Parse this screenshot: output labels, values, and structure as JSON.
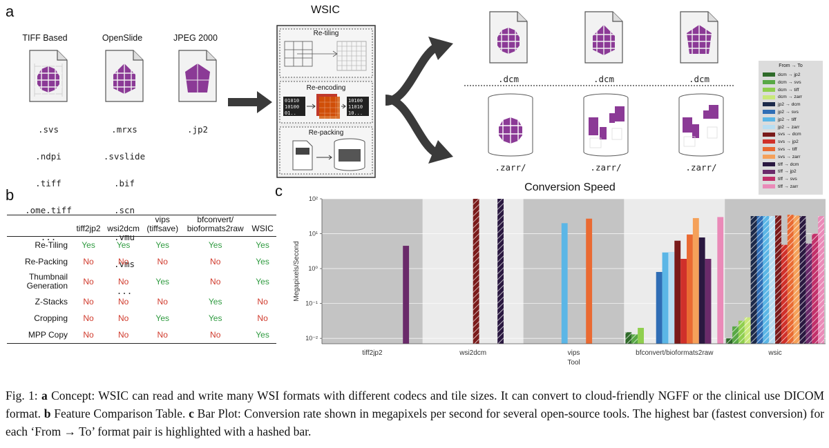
{
  "panel_letters": {
    "a": "a",
    "b": "b",
    "c": "c"
  },
  "panel_a": {
    "sources": [
      {
        "title": "TIFF Based",
        "extensions": [
          ".svs",
          ".ndpi",
          ".tiff",
          ".ome.tiff",
          "..."
        ]
      },
      {
        "title": "OpenSlide",
        "extensions": [
          ".mrxs",
          ".svslide",
          ".bif",
          ".scn",
          ".vmu",
          ".vms",
          "..."
        ]
      },
      {
        "title": "JPEG 2000",
        "extensions": [
          ".jp2"
        ]
      }
    ],
    "wsic_title": "WSIC",
    "stages": [
      "Re-tiling",
      "Re-encoding",
      "Re-packing"
    ],
    "encoding_left": [
      "01010",
      "10100",
      "01.."
    ],
    "encoding_right": [
      "10100",
      "11010",
      "10..."
    ],
    "outputs_dcm": [
      ".dcm",
      ".dcm",
      ".dcm"
    ],
    "outputs_zarr": [
      ".zarr/",
      ".zarr/",
      ".zarr/"
    ],
    "colors": {
      "tissue": "#8b3a96",
      "arrow": "#3a3a3a"
    }
  },
  "legend": {
    "title": "From → To",
    "entries": [
      {
        "label": "dcm → jp2",
        "color": "#2f6b2a"
      },
      {
        "label": "dcm → svs",
        "color": "#58a845"
      },
      {
        "label": "dcm → tiff",
        "color": "#8fcf4e"
      },
      {
        "label": "dcm → zarr",
        "color": "#c9e87a"
      },
      {
        "label": "jp2 → dcm",
        "color": "#1d2a4a"
      },
      {
        "label": "jp2 → svs",
        "color": "#2f6db5"
      },
      {
        "label": "jp2 → tiff",
        "color": "#5bb6e6"
      },
      {
        "label": "jp2 → zarr",
        "color": "#b9def2"
      },
      {
        "label": "svs → dcm",
        "color": "#7a1a1a"
      },
      {
        "label": "svs → jp2",
        "color": "#d0302a"
      },
      {
        "label": "svs → tiff",
        "color": "#ea6a32"
      },
      {
        "label": "svs → zarr",
        "color": "#f5a15a"
      },
      {
        "label": "tiff → dcm",
        "color": "#2a1840"
      },
      {
        "label": "tiff → jp2",
        "color": "#6a2a6a"
      },
      {
        "label": "tiff → svs",
        "color": "#c2306a"
      },
      {
        "label": "tiff → zarr",
        "color": "#ea8ab8"
      }
    ]
  },
  "table": {
    "columns": [
      "tiff2jp2",
      "wsi2dcm",
      "vips\n(tiffsave)",
      "bfconvert/\nbioformats2raw",
      "WSIC"
    ],
    "rows": [
      {
        "label": "Re-Tiling",
        "values": [
          "Yes",
          "Yes",
          "Yes",
          "Yes",
          "Yes"
        ]
      },
      {
        "label": "Re-Packing",
        "values": [
          "No",
          "No",
          "No",
          "No",
          "Yes"
        ]
      },
      {
        "label": "Thumbnail\nGeneration",
        "values": [
          "No",
          "No",
          "Yes",
          "No",
          "Yes"
        ]
      },
      {
        "label": "Z-Stacks",
        "values": [
          "No",
          "No",
          "No",
          "Yes",
          "No"
        ]
      },
      {
        "label": "Cropping",
        "values": [
          "No",
          "No",
          "Yes",
          "Yes",
          "No"
        ]
      },
      {
        "label": "MPP Copy",
        "values": [
          "No",
          "No",
          "No",
          "No",
          "Yes"
        ]
      }
    ],
    "colors": {
      "yes": "#2e9a3f",
      "no": "#d0392b"
    }
  },
  "chart_data": {
    "type": "bar",
    "title": "Conversion Speed",
    "xlabel": "Tool",
    "ylabel": "Megapixels/Second",
    "yscale": "log",
    "ylim": [
      0.007,
      100
    ],
    "ytick_labels": [
      "10⁻²",
      "10⁻¹",
      "10⁰",
      "10¹",
      "10²"
    ],
    "categories": [
      "tiff2jp2",
      "wsi2dcm",
      "vips",
      "bfconvert/bioformats2raw",
      "wsic"
    ],
    "series_order": [
      "dcm → jp2",
      "dcm → svs",
      "dcm → tiff",
      "dcm → zarr",
      "jp2 → dcm",
      "jp2 → svs",
      "jp2 → tiff",
      "jp2 → zarr",
      "svs → dcm",
      "svs → jp2",
      "svs → tiff",
      "svs → zarr",
      "tiff → dcm",
      "tiff → jp2",
      "tiff → svs",
      "tiff → zarr"
    ],
    "values": {
      "tiff2jp2": {
        "tiff → jp2": 4.5
      },
      "wsi2dcm": {
        "svs → dcm": 100,
        "tiff → dcm": 100
      },
      "vips": {
        "jp2 → tiff": 20,
        "svs → tiff": 27
      },
      "bfconvert/bioformats2raw": {
        "dcm → jp2": 0.015,
        "dcm → svs": 0.013,
        "dcm → tiff": 0.02,
        "jp2 → svs": 0.8,
        "jp2 → tiff": 2.9,
        "jp2 → zarr": 3.0,
        "svs → dcm": 6.3,
        "svs → jp2": 1.9,
        "svs → tiff": 9.5,
        "svs → zarr": 28,
        "tiff → dcm": 7.8,
        "tiff → jp2": 1.9,
        "tiff → zarr": 30
      },
      "wsic": {
        "dcm → jp2": 0.01,
        "dcm → svs": 0.022,
        "dcm → tiff": 0.032,
        "dcm → zarr": 0.04,
        "jp2 → dcm": 32,
        "jp2 → svs": 32,
        "jp2 → tiff": 32,
        "jp2 → zarr": 32,
        "svs → dcm": 33,
        "svs → jp2": 4.8,
        "svs → tiff": 35,
        "svs → zarr": 33,
        "tiff → dcm": 32,
        "tiff → jp2": 5.2,
        "tiff → svs": 10,
        "tiff → zarr": 32
      }
    },
    "hashed": {
      "wsi2dcm": [
        "svs → dcm",
        "tiff → dcm"
      ],
      "bfconvert/bioformats2raw": [
        "dcm → jp2",
        "dcm → svs"
      ],
      "wsic": [
        "dcm → jp2",
        "dcm → svs",
        "dcm → tiff",
        "dcm → zarr",
        "jp2 → dcm",
        "jp2 → svs",
        "jp2 → tiff",
        "jp2 → zarr",
        "svs → dcm",
        "svs → jp2",
        "svs → tiff",
        "svs → zarr",
        "tiff → dcm",
        "tiff → jp2",
        "tiff → svs",
        "tiff → zarr"
      ]
    },
    "grid": true,
    "legend_position": "right"
  },
  "caption": {
    "fig": "Fig. 1:",
    "a_letter": "a",
    "a_text": "Concept: WSIC can read and write many WSI formats with different codecs and tile sizes. It can convert to cloud-friendly NGFF or the clinical use DICOM format.",
    "b_letter": "b",
    "b_text": "Feature Comparison Table.",
    "c_letter": "c",
    "c_text": "Bar Plot: Conversion rate shown in megapixels per second for several open-source tools. The highest bar (fastest conversion) for each ‘From → To’ format pair is highlighted with a hashed bar."
  }
}
